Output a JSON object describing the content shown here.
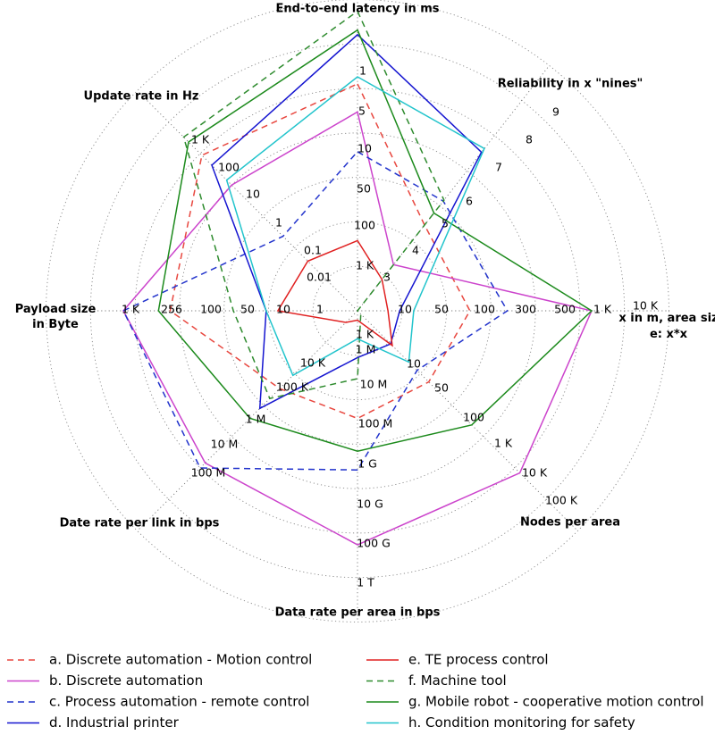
{
  "chart_data": {
    "type": "radar",
    "axes": [
      {
        "id": "latency",
        "name": "End-to-end latency in ms",
        "ticks": [
          "1 K",
          "100",
          "50",
          "10",
          "5",
          "1"
        ]
      },
      {
        "id": "reliability",
        "name": "Reliability in x \"nines\"",
        "ticks": [
          "3",
          "4",
          "5",
          "6",
          "7",
          "8",
          "9"
        ]
      },
      {
        "id": "area",
        "name": "x in m, area size: x*x",
        "ticks": [
          "10",
          "50",
          "100",
          "300",
          "500",
          "1 K",
          "10 K"
        ]
      },
      {
        "id": "nodes",
        "name": "Nodes per area",
        "ticks": [
          "10",
          "50",
          "100",
          "1 K",
          "10 K",
          "100 K"
        ]
      },
      {
        "id": "rate_area",
        "name": "Data rate per area in bps",
        "ticks": [
          "1 K",
          "1 M",
          "10 M",
          "100 M",
          "1 G",
          "10 G",
          "100 G",
          "1 T"
        ]
      },
      {
        "id": "rate_link",
        "name": "Date rate per link in bps",
        "ticks": [
          "10 K",
          "100 K",
          "1 M",
          "10 M",
          "100 M"
        ]
      },
      {
        "id": "payload",
        "name": "Payload size in Byte",
        "ticks": [
          "1",
          "10",
          "50",
          "100",
          "256",
          "1 K"
        ]
      },
      {
        "id": "update",
        "name": "Update rate in Hz",
        "ticks": [
          "0.01",
          "0.1",
          "1",
          "10",
          "100",
          "1 K"
        ]
      }
    ],
    "series": [
      {
        "name": "a. Discrete automation - Motion control",
        "color": "#e8473f",
        "dash": true,
        "values": [
          0.97,
          0.465,
          0.48,
          0.43,
          0.46,
          0.47,
          0.8,
          0.94
        ]
      },
      {
        "name": "b. Discrete automation",
        "color": "#cc44cc",
        "dash": false,
        "values": [
          0.85,
          0.25,
          1.0,
          0.98,
          1.0,
          0.92,
          1.0,
          0.76
        ]
      },
      {
        "name": "c. Process automation - remote control",
        "color": "#2233cc",
        "dash": true,
        "values": [
          0.68,
          0.595,
          0.64,
          0.36,
          0.68,
          0.95,
          1.0,
          0.45
        ]
      },
      {
        "name": "d. Industrial printer",
        "color": "#1515d0",
        "dash": false,
        "values": [
          1.18,
          0.86,
          0.18,
          0.2,
          0.2,
          0.59,
          0.39,
          0.88
        ]
      },
      {
        "name": "e. TE process control",
        "color": "#e02020",
        "dash": false,
        "values": [
          0.3,
          0.17,
          0.13,
          0.21,
          0.04,
          0.07,
          0.34,
          0.3
        ]
      },
      {
        "name": "f. Machine tool",
        "color": "#2e8b2e",
        "dash": true,
        "values": [
          1.28,
          0.6,
          0.0,
          0.02,
          0.29,
          0.53,
          0.53,
          1.05
        ]
      },
      {
        "name": "g. Mobile robot - cooperative motion control",
        "color": "#1c8a1c",
        "dash": false,
        "values": [
          1.2,
          0.53,
          1.0,
          0.69,
          0.6,
          0.65,
          0.85,
          1.02
        ]
      },
      {
        "name": "h. Condition monitoring for safety",
        "color": "#22c4cc",
        "dash": false,
        "values": [
          1.0,
          0.88,
          0.24,
          0.31,
          0.12,
          0.39,
          0.39,
          0.79
        ]
      }
    ],
    "title": "",
    "grid": true,
    "legend": "bottom, two columns"
  }
}
